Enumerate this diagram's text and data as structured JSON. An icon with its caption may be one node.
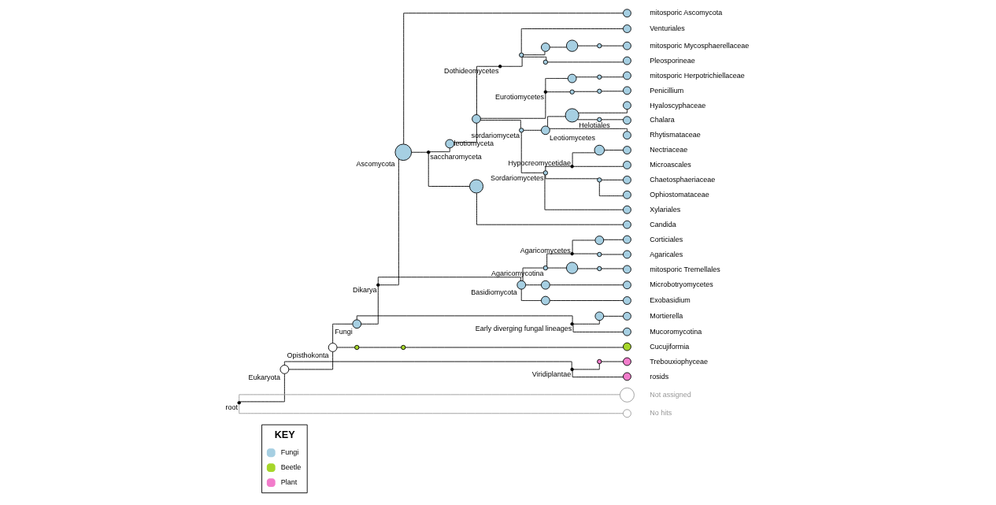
{
  "diagram": {
    "nodes": [
      {
        "text": [],
        "shape": "circle",
        "beside": [
          "root"
        ]
      },
      {
        "text": [],
        "shape": "circle",
        "beside": [
          "Eukaryota"
        ]
      },
      {
        "text": [],
        "shape": "circle",
        "beside": [
          "Opisthokonta"
        ]
      },
      {
        "text": [],
        "shape": "circle",
        "beside": [
          "Fungi"
        ]
      },
      {
        "text": [],
        "shape": "circle",
        "beside": [
          "Dikarya"
        ]
      },
      {
        "text": [],
        "shape": "circle",
        "beside": [
          "Ascomycota"
        ]
      },
      {
        "text": [],
        "shape": "circle",
        "beside": [
          "mitosporic Ascomycota"
        ]
      },
      {
        "text": [],
        "shape": "circle",
        "beside": [
          "saccharomyceta"
        ]
      },
      {
        "text": [],
        "shape": "circle",
        "beside": [
          "leotiomyceta"
        ]
      },
      {
        "text": [],
        "shape": "circle"
      },
      {
        "text": [],
        "shape": "circle",
        "beside": [
          "Dothideomycetes"
        ]
      },
      {
        "text": [],
        "shape": "circle"
      },
      {
        "text": [],
        "shape": "circle",
        "beside": [
          "Venturiales"
        ]
      },
      {
        "text": [],
        "shape": "circle"
      },
      {
        "text": [],
        "shape": "circle"
      },
      {
        "text": [],
        "shape": "circle"
      },
      {
        "text": [],
        "shape": "circle",
        "beside": [
          "mitosporic Mycosphaerellaceae"
        ]
      },
      {
        "text": [],
        "shape": "circle"
      },
      {
        "text": [],
        "shape": "circle",
        "beside": [
          "Pleosporineae"
        ]
      },
      {
        "text": [],
        "shape": "circle",
        "beside": [
          "Eurotiomycetes"
        ]
      },
      {
        "text": [],
        "shape": "circle"
      },
      {
        "text": [],
        "shape": "circle"
      },
      {
        "text": [],
        "shape": "circle",
        "beside": [
          "mitosporic Herpotrichiellaceae"
        ]
      },
      {
        "text": [],
        "shape": "circle"
      },
      {
        "text": [],
        "shape": "circle"
      },
      {
        "text": [],
        "shape": "circle",
        "beside": [
          "Penicillium"
        ]
      },
      {
        "text": [],
        "shape": "circle",
        "beside": [
          "sordariomyceta"
        ]
      },
      {
        "text": [],
        "shape": "circle",
        "beside": [
          "Leotiomycetes"
        ]
      },
      {
        "text": [],
        "shape": "circle",
        "beside": [
          "Helotiales"
        ]
      },
      {
        "text": [],
        "shape": "circle",
        "beside": [
          "Hyaloscyphaceae"
        ]
      },
      {
        "text": [],
        "shape": "circle"
      },
      {
        "text": [],
        "shape": "circle",
        "beside": [
          "Chalara"
        ]
      },
      {
        "text": [],
        "shape": "circle",
        "beside": [
          "Rhytismataceae"
        ]
      },
      {
        "text": [],
        "shape": "circle",
        "beside": [
          "Sordariomycetes"
        ]
      },
      {
        "text": [],
        "shape": "circle",
        "beside": [
          "Hypocreomycetidae"
        ]
      },
      {
        "text": [],
        "shape": "circle"
      },
      {
        "text": [],
        "shape": "circle",
        "beside": [
          "Nectriaceae"
        ]
      },
      {
        "text": [],
        "shape": "circle",
        "beside": [
          "Microascales"
        ]
      },
      {
        "text": [],
        "shape": "circle"
      },
      {
        "text": [],
        "shape": "circle",
        "beside": [
          "Chaetosphaeriaceae"
        ]
      },
      {
        "text": [],
        "shape": "circle",
        "beside": [
          "Ophiostomataceae"
        ]
      },
      {
        "text": [],
        "shape": "circle",
        "beside": [
          "Xylariales"
        ]
      },
      {
        "text": [],
        "shape": "circle"
      },
      {
        "text": [],
        "shape": "circle",
        "beside": [
          "Candida"
        ]
      },
      {
        "text": [],
        "shape": "circle",
        "beside": [
          "Basidiomycota"
        ]
      },
      {
        "text": [],
        "shape": "circle",
        "beside": [
          "Agaricomycotina"
        ]
      },
      {
        "text": [],
        "shape": "circle",
        "beside": [
          "Agaricomycetes"
        ]
      },
      {
        "text": [],
        "shape": "circle"
      },
      {
        "text": [],
        "shape": "circle",
        "beside": [
          "Corticiales"
        ]
      },
      {
        "text": [],
        "shape": "circle"
      },
      {
        "text": [],
        "shape": "circle",
        "beside": [
          "Agaricales"
        ]
      },
      {
        "text": [],
        "shape": "circle"
      },
      {
        "text": [],
        "shape": "circle"
      },
      {
        "text": [],
        "shape": "circle",
        "beside": [
          "mitosporic Tremellales"
        ]
      },
      {
        "text": [],
        "shape": "circle"
      },
      {
        "text": [],
        "shape": "circle",
        "beside": [
          "Microbotryomycetes"
        ]
      },
      {
        "text": [],
        "shape": "circle"
      },
      {
        "text": [],
        "shape": "circle",
        "beside": [
          "Exobasidium"
        ]
      },
      {
        "text": [],
        "shape": "circle",
        "beside": [
          "Early diverging fungal lineages"
        ]
      },
      {
        "text": [],
        "shape": "circle"
      },
      {
        "text": [],
        "shape": "circle",
        "beside": [
          "Mortierella"
        ]
      },
      {
        "text": [],
        "shape": "circle",
        "beside": [
          "Mucoromycotina"
        ]
      },
      {
        "text": [],
        "shape": "circle"
      },
      {
        "text": [],
        "shape": "circle"
      },
      {
        "text": [],
        "shape": "circle",
        "beside": [
          "Cucujiformia"
        ]
      },
      {
        "text": [],
        "shape": "circle",
        "beside": [
          "Viridiplantae"
        ]
      },
      {
        "text": [],
        "shape": "circle"
      },
      {
        "text": [],
        "shape": "circle",
        "beside": [
          "Trebouxiophyceae"
        ]
      },
      {
        "text": [],
        "shape": "circle",
        "beside": [
          "rosids"
        ]
      },
      {
        "text": [],
        "shape": "circle",
        "beside": [
          "Not assigned"
        ]
      },
      {
        "text": [],
        "shape": "circle",
        "beside": [
          "No hits"
        ]
      }
    ],
    "edges": [
      {
        "from": 0,
        "to": 1,
        "arrow": "none"
      },
      {
        "from": 1,
        "to": 2,
        "arrow": "none"
      },
      {
        "from": 2,
        "to": 3,
        "arrow": "none"
      },
      {
        "from": 3,
        "to": 4,
        "arrow": "none"
      },
      {
        "from": 4,
        "to": 5,
        "arrow": "none"
      },
      {
        "from": 5,
        "to": 6,
        "arrow": "none"
      },
      {
        "from": 5,
        "to": 7,
        "arrow": "none"
      },
      {
        "from": 7,
        "to": 8,
        "arrow": "none"
      },
      {
        "from": 8,
        "to": 9,
        "arrow": "none"
      },
      {
        "from": 9,
        "to": 10,
        "arrow": "none"
      },
      {
        "from": 10,
        "to": 11,
        "arrow": "none"
      },
      {
        "from": 11,
        "to": 12,
        "arrow": "none"
      },
      {
        "from": 11,
        "to": 13,
        "arrow": "none"
      },
      {
        "from": 13,
        "to": 14,
        "arrow": "none"
      },
      {
        "from": 14,
        "to": 15,
        "arrow": "none"
      },
      {
        "from": 15,
        "to": 16,
        "arrow": "none"
      },
      {
        "from": 11,
        "to": 17,
        "arrow": "none"
      },
      {
        "from": 17,
        "to": 18,
        "arrow": "none"
      },
      {
        "from": 9,
        "to": 19,
        "arrow": "none"
      },
      {
        "from": 19,
        "to": 20,
        "arrow": "none"
      },
      {
        "from": 20,
        "to": 21,
        "arrow": "none"
      },
      {
        "from": 21,
        "to": 22,
        "arrow": "none"
      },
      {
        "from": 19,
        "to": 23,
        "arrow": "none"
      },
      {
        "from": 23,
        "to": 24,
        "arrow": "none"
      },
      {
        "from": 24,
        "to": 25,
        "arrow": "none"
      },
      {
        "from": 9,
        "to": 26,
        "arrow": "none"
      },
      {
        "from": 26,
        "to": 27,
        "arrow": "none"
      },
      {
        "from": 27,
        "to": 28,
        "arrow": "none"
      },
      {
        "from": 28,
        "to": 29,
        "arrow": "none"
      },
      {
        "from": 28,
        "to": 30,
        "arrow": "none"
      },
      {
        "from": 30,
        "to": 31,
        "arrow": "none"
      },
      {
        "from": 27,
        "to": 32,
        "arrow": "none"
      },
      {
        "from": 26,
        "to": 33,
        "arrow": "none"
      },
      {
        "from": 33,
        "to": 34,
        "arrow": "none"
      },
      {
        "from": 34,
        "to": 35,
        "arrow": "none"
      },
      {
        "from": 35,
        "to": 36,
        "arrow": "none"
      },
      {
        "from": 34,
        "to": 37,
        "arrow": "none"
      },
      {
        "from": 33,
        "to": 38,
        "arrow": "none"
      },
      {
        "from": 38,
        "to": 39,
        "arrow": "none"
      },
      {
        "from": 38,
        "to": 40,
        "arrow": "none"
      },
      {
        "from": 33,
        "to": 41,
        "arrow": "none"
      },
      {
        "from": 7,
        "to": 42,
        "arrow": "none"
      },
      {
        "from": 42,
        "to": 43,
        "arrow": "none"
      },
      {
        "from": 4,
        "to": 44,
        "arrow": "none"
      },
      {
        "from": 44,
        "to": 45,
        "arrow": "none"
      },
      {
        "from": 45,
        "to": 46,
        "arrow": "none"
      },
      {
        "from": 46,
        "to": 47,
        "arrow": "none"
      },
      {
        "from": 47,
        "to": 48,
        "arrow": "none"
      },
      {
        "from": 46,
        "to": 49,
        "arrow": "none"
      },
      {
        "from": 49,
        "to": 50,
        "arrow": "none"
      },
      {
        "from": 45,
        "to": 51,
        "arrow": "none"
      },
      {
        "from": 51,
        "to": 52,
        "arrow": "none"
      },
      {
        "from": 52,
        "to": 53,
        "arrow": "none"
      },
      {
        "from": 44,
        "to": 54,
        "arrow": "none"
      },
      {
        "from": 54,
        "to": 55,
        "arrow": "none"
      },
      {
        "from": 44,
        "to": 56,
        "arrow": "none"
      },
      {
        "from": 56,
        "to": 57,
        "arrow": "none"
      },
      {
        "from": 3,
        "to": 58,
        "arrow": "none"
      },
      {
        "from": 58,
        "to": 59,
        "arrow": "none"
      },
      {
        "from": 59,
        "to": 60,
        "arrow": "none"
      },
      {
        "from": 58,
        "to": 61,
        "arrow": "none"
      },
      {
        "from": 2,
        "to": 62,
        "arrow": "none"
      },
      {
        "from": 62,
        "to": 63,
        "arrow": "none"
      },
      {
        "from": 63,
        "to": 64,
        "arrow": "none"
      },
      {
        "from": 1,
        "to": 65,
        "arrow": "none"
      },
      {
        "from": 65,
        "to": 66,
        "arrow": "none"
      },
      {
        "from": 66,
        "to": 67,
        "arrow": "none"
      },
      {
        "from": 65,
        "to": 68,
        "arrow": "none"
      },
      {
        "from": 0,
        "to": 69,
        "arrow": "none",
        "color": "#999999"
      },
      {
        "from": 0,
        "to": 70,
        "arrow": "none",
        "color": "#999999"
      }
    ],
    "labels": [
      "KEY"
    ],
    "legend": [
      {
        "text": "Fungi",
        "color": "#a6cfe2"
      },
      {
        "text": "Beetle",
        "color": "#a6d62a"
      },
      {
        "text": "Plant",
        "color": "#f27ccb"
      }
    ]
  }
}
